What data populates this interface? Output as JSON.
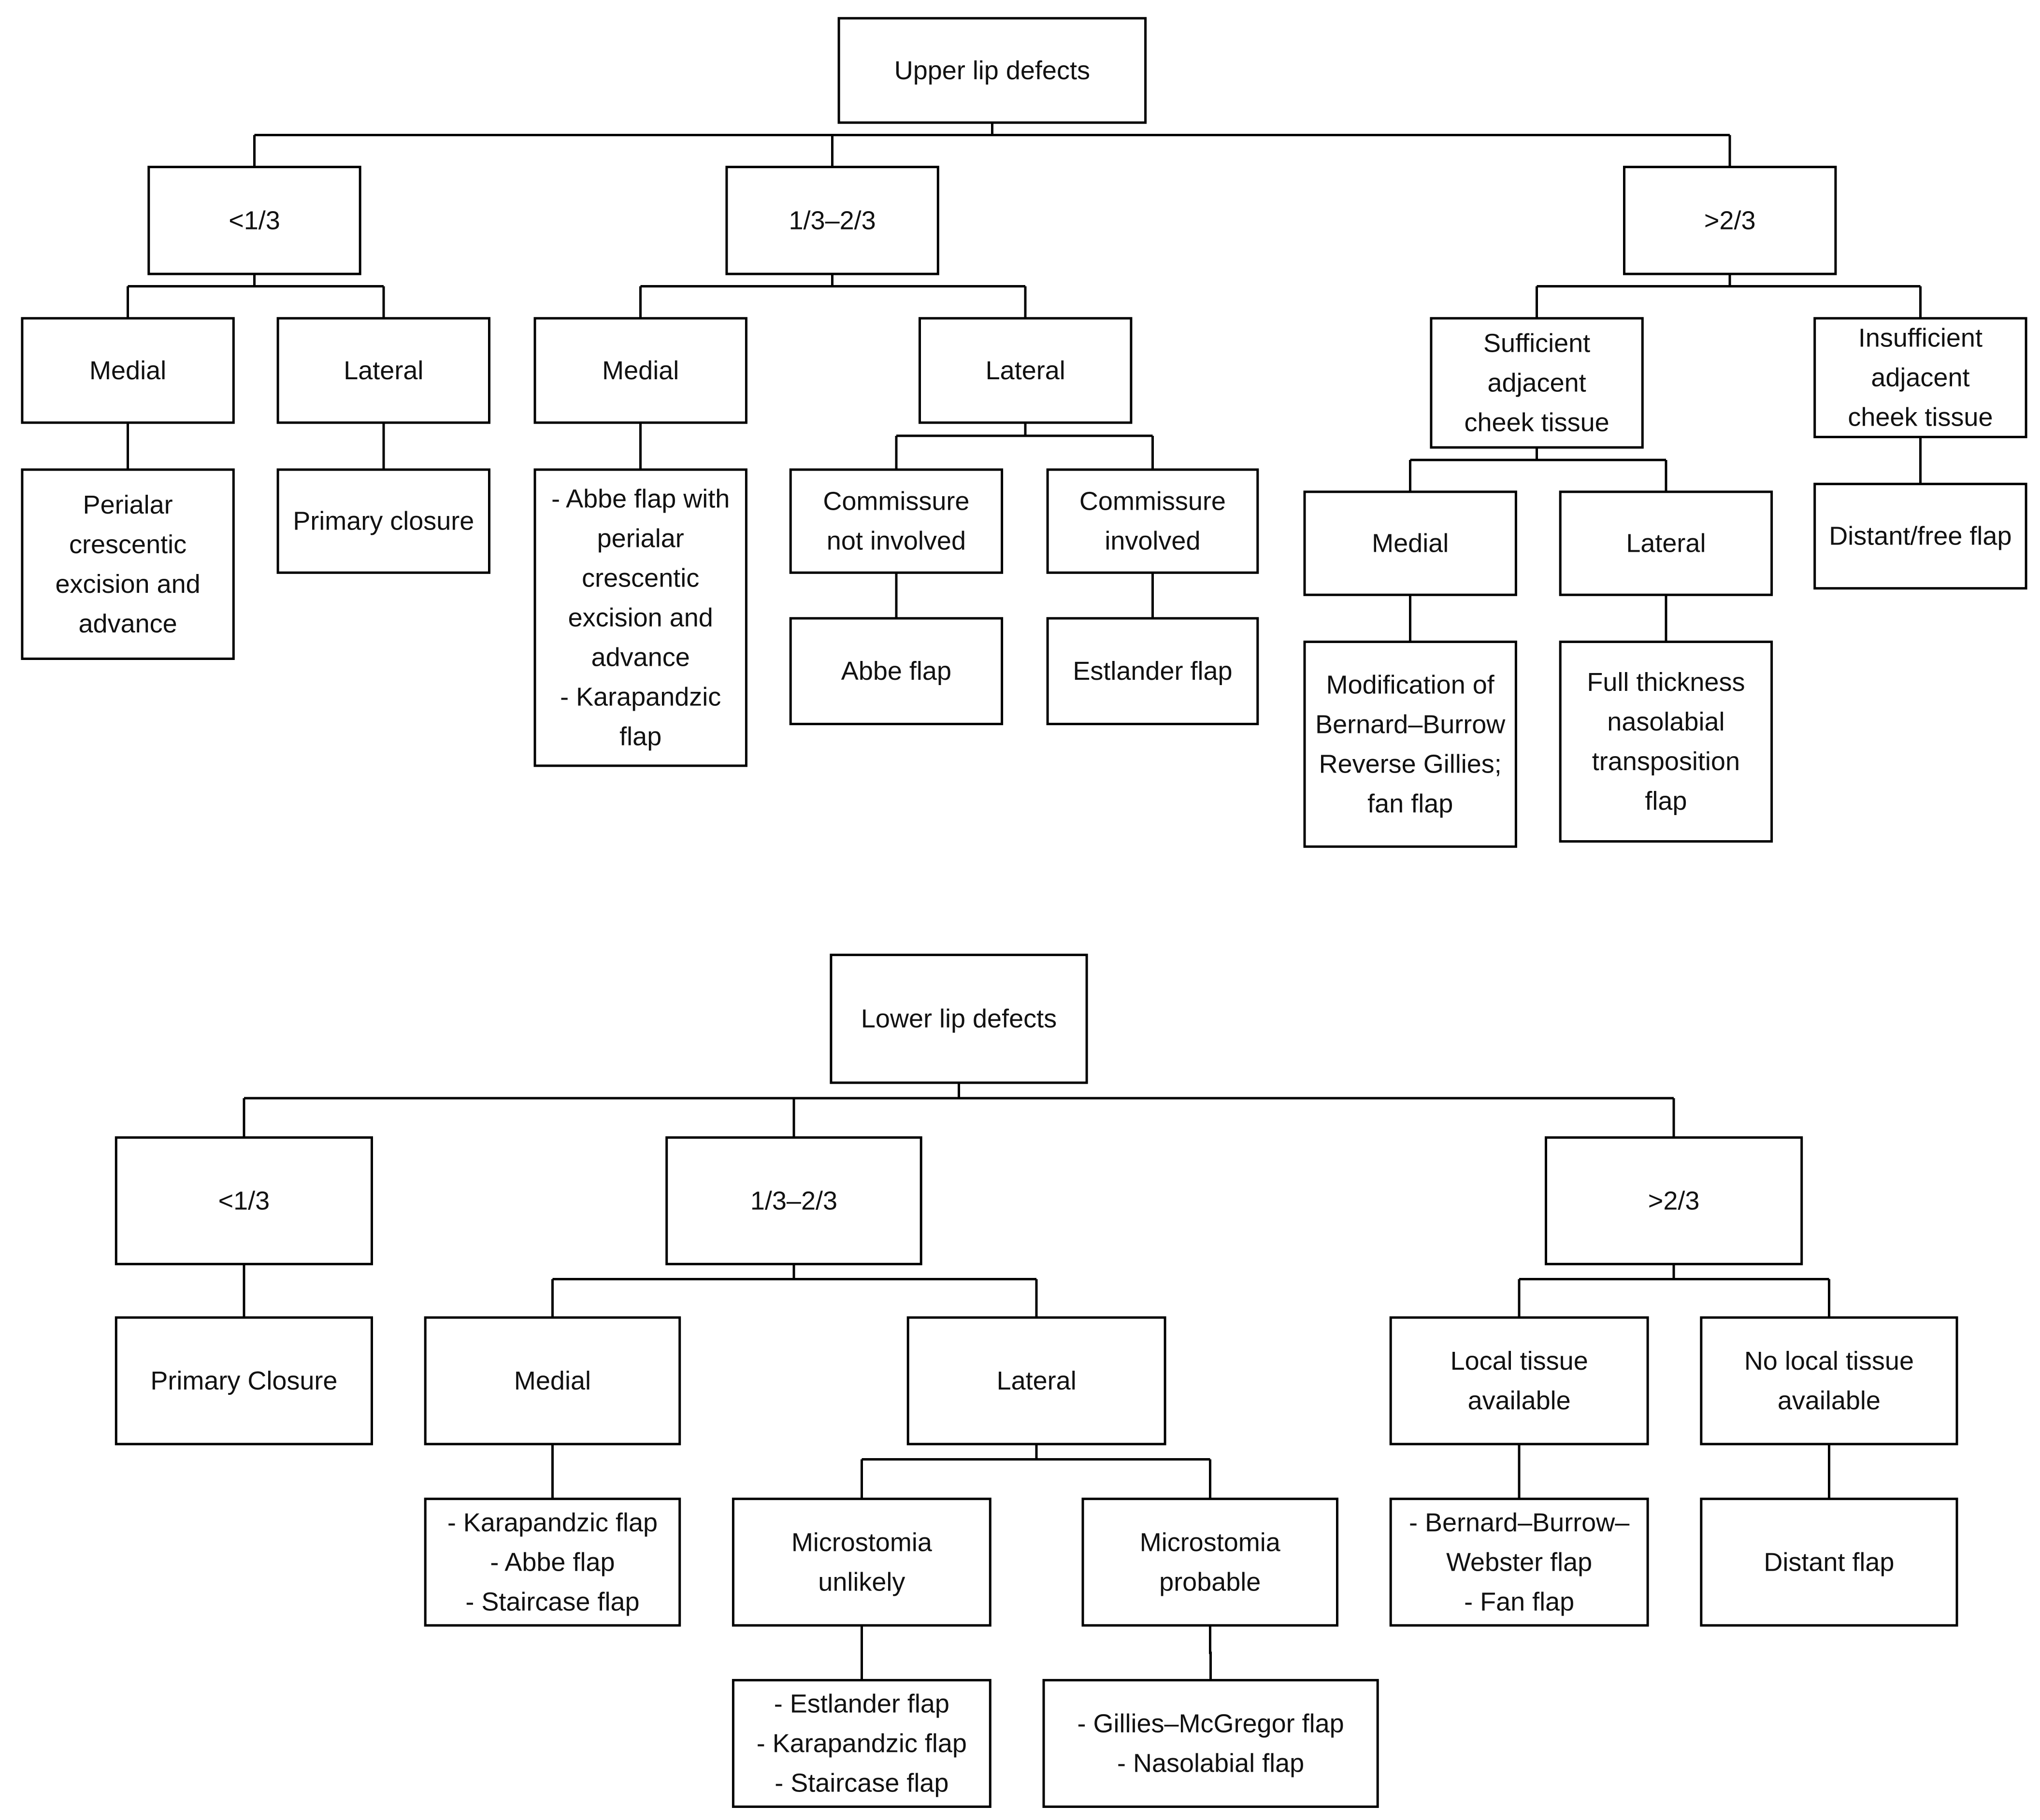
{
  "diagrams": [
    {
      "id": "upper",
      "nodes": [
        {
          "id": "u_root",
          "lines": [
            "Upper lip defects"
          ]
        },
        {
          "id": "u_lt13",
          "lines": [
            "<1/3"
          ]
        },
        {
          "id": "u_13_23",
          "lines": [
            "1/3–2/3"
          ]
        },
        {
          "id": "u_gt23",
          "lines": [
            ">2/3"
          ]
        },
        {
          "id": "u_lt13_medial",
          "lines": [
            "Medial"
          ]
        },
        {
          "id": "u_lt13_lateral",
          "lines": [
            "Lateral"
          ]
        },
        {
          "id": "u_perialar",
          "lines": [
            "Perialar",
            "crescentic",
            "excision and",
            "advance"
          ]
        },
        {
          "id": "u_primary",
          "lines": [
            "Primary closure"
          ]
        },
        {
          "id": "u_mid_medial",
          "lines": [
            "Medial"
          ]
        },
        {
          "id": "u_mid_lateral",
          "lines": [
            "Lateral"
          ]
        },
        {
          "id": "u_abbe_perialar",
          "lines": [
            "- Abbe flap with",
            "perialar",
            "crescentic",
            "excision and",
            "advance",
            "- Karapandzic",
            "flap"
          ]
        },
        {
          "id": "u_comm_not",
          "lines": [
            "Commissure",
            "not involved"
          ]
        },
        {
          "id": "u_comm_inv",
          "lines": [
            "Commissure",
            "involved"
          ]
        },
        {
          "id": "u_abbe",
          "lines": [
            "Abbe flap"
          ]
        },
        {
          "id": "u_estlander",
          "lines": [
            "Estlander flap"
          ]
        },
        {
          "id": "u_sufficient",
          "lines": [
            "Sufficient",
            "adjacent",
            "cheek tissue"
          ]
        },
        {
          "id": "u_insufficient",
          "lines": [
            "Insufficient",
            "adjacent",
            "cheek tissue"
          ]
        },
        {
          "id": "u_gt_medial",
          "lines": [
            "Medial"
          ]
        },
        {
          "id": "u_gt_lateral",
          "lines": [
            "Lateral"
          ]
        },
        {
          "id": "u_distant_free",
          "lines": [
            "Distant/free flap"
          ]
        },
        {
          "id": "u_modification",
          "lines": [
            "Modification of",
            "Bernard–Burrow",
            "Reverse Gillies;",
            "fan flap"
          ]
        },
        {
          "id": "u_full_thickness",
          "lines": [
            "Full thickness",
            "nasolabial",
            "transposition",
            "flap"
          ]
        }
      ],
      "edges": [
        {
          "parent": "u_root",
          "children": [
            "u_lt13",
            "u_13_23",
            "u_gt23"
          ]
        },
        {
          "parent": "u_lt13",
          "children": [
            "u_lt13_medial",
            "u_lt13_lateral"
          ]
        },
        {
          "parent": "u_lt13_medial",
          "children": [
            "u_perialar"
          ]
        },
        {
          "parent": "u_lt13_lateral",
          "children": [
            "u_primary"
          ]
        },
        {
          "parent": "u_13_23",
          "children": [
            "u_mid_medial",
            "u_mid_lateral"
          ]
        },
        {
          "parent": "u_mid_medial",
          "children": [
            "u_abbe_perialar"
          ]
        },
        {
          "parent": "u_mid_lateral",
          "children": [
            "u_comm_not",
            "u_comm_inv"
          ]
        },
        {
          "parent": "u_comm_not",
          "children": [
            "u_abbe"
          ]
        },
        {
          "parent": "u_comm_inv",
          "children": [
            "u_estlander"
          ]
        },
        {
          "parent": "u_gt23",
          "children": [
            "u_sufficient",
            "u_insufficient"
          ]
        },
        {
          "parent": "u_sufficient",
          "children": [
            "u_gt_medial",
            "u_gt_lateral"
          ]
        },
        {
          "parent": "u_insufficient",
          "children": [
            "u_distant_free"
          ]
        },
        {
          "parent": "u_gt_medial",
          "children": [
            "u_modification"
          ]
        },
        {
          "parent": "u_gt_lateral",
          "children": [
            "u_full_thickness"
          ]
        }
      ]
    },
    {
      "id": "lower",
      "nodes": [
        {
          "id": "l_root",
          "lines": [
            "Lower lip defects"
          ]
        },
        {
          "id": "l_lt13",
          "lines": [
            "<1/3"
          ]
        },
        {
          "id": "l_13_23",
          "lines": [
            "1/3–2/3"
          ]
        },
        {
          "id": "l_gt23",
          "lines": [
            ">2/3"
          ]
        },
        {
          "id": "l_primary",
          "lines": [
            "Primary Closure"
          ]
        },
        {
          "id": "l_medial",
          "lines": [
            "Medial"
          ]
        },
        {
          "id": "l_lateral",
          "lines": [
            "Lateral"
          ]
        },
        {
          "id": "l_medial_flaps",
          "lines": [
            "- Karapandzic flap",
            "- Abbe flap",
            "- Staircase flap"
          ]
        },
        {
          "id": "l_micro_unlikely",
          "lines": [
            "Microstomia",
            "unlikely"
          ]
        },
        {
          "id": "l_micro_probable",
          "lines": [
            "Microstomia",
            "probable"
          ]
        },
        {
          "id": "l_unlikely_flaps",
          "lines": [
            "- Estlander flap",
            "- Karapandzic flap",
            "- Staircase flap"
          ]
        },
        {
          "id": "l_probable_flaps",
          "lines": [
            "- Gillies–McGregor flap",
            "- Nasolabial flap"
          ]
        },
        {
          "id": "l_local",
          "lines": [
            "Local tissue",
            "available"
          ]
        },
        {
          "id": "l_no_local",
          "lines": [
            "No local tissue",
            "available"
          ]
        },
        {
          "id": "l_bbw",
          "lines": [
            "- Bernard–Burrow–",
            "Webster flap",
            "- Fan flap"
          ]
        },
        {
          "id": "l_distant",
          "lines": [
            "Distant flap"
          ]
        }
      ],
      "edges": [
        {
          "parent": "l_root",
          "children": [
            "l_lt13",
            "l_13_23",
            "l_gt23"
          ]
        },
        {
          "parent": "l_lt13",
          "children": [
            "l_primary"
          ]
        },
        {
          "parent": "l_13_23",
          "children": [
            "l_medial",
            "l_lateral"
          ]
        },
        {
          "parent": "l_medial",
          "children": [
            "l_medial_flaps"
          ]
        },
        {
          "parent": "l_lateral",
          "children": [
            "l_micro_unlikely",
            "l_micro_probable"
          ]
        },
        {
          "parent": "l_micro_unlikely",
          "children": [
            "l_unlikely_flaps"
          ]
        },
        {
          "parent": "l_micro_probable",
          "children": [
            "l_probable_flaps"
          ]
        },
        {
          "parent": "l_gt23",
          "children": [
            "l_local",
            "l_no_local"
          ]
        },
        {
          "parent": "l_local",
          "children": [
            "l_bbw"
          ]
        },
        {
          "parent": "l_no_local",
          "children": [
            "l_distant"
          ]
        }
      ]
    }
  ]
}
